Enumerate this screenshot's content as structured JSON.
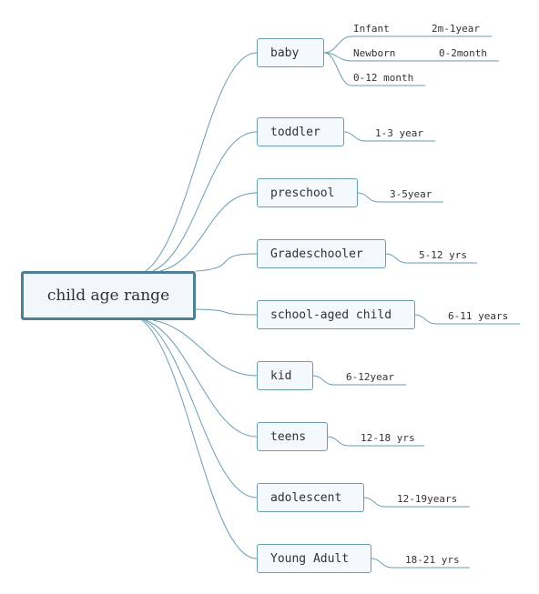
{
  "root": "child age range",
  "branches": [
    {
      "label": "baby",
      "children": [
        {
          "label": "Infant",
          "value": "2m-1year"
        },
        {
          "label": "Newborn",
          "value": "0-2month"
        },
        {
          "label": "0-12 month"
        }
      ]
    },
    {
      "label": "toddler",
      "children": [
        {
          "label": "1-3 year"
        }
      ]
    },
    {
      "label": "preschool",
      "children": [
        {
          "label": "3-5year"
        }
      ]
    },
    {
      "label": "Gradeschooler",
      "children": [
        {
          "label": "5-12 yrs"
        }
      ]
    },
    {
      "label": "school-aged child",
      "children": [
        {
          "label": "6-11 years"
        }
      ]
    },
    {
      "label": "kid",
      "children": [
        {
          "label": "6-12year"
        }
      ]
    },
    {
      "label": "teens",
      "children": [
        {
          "label": "12-18 yrs"
        }
      ]
    },
    {
      "label": "adolescent",
      "children": [
        {
          "label": "12-19years"
        }
      ]
    },
    {
      "label": "Young Adult",
      "children": [
        {
          "label": "18-21 yrs"
        }
      ]
    }
  ],
  "colors": {
    "line": "#6a9db1",
    "root_border": "#4f7f94",
    "node_fill": "#f3f9fc"
  }
}
